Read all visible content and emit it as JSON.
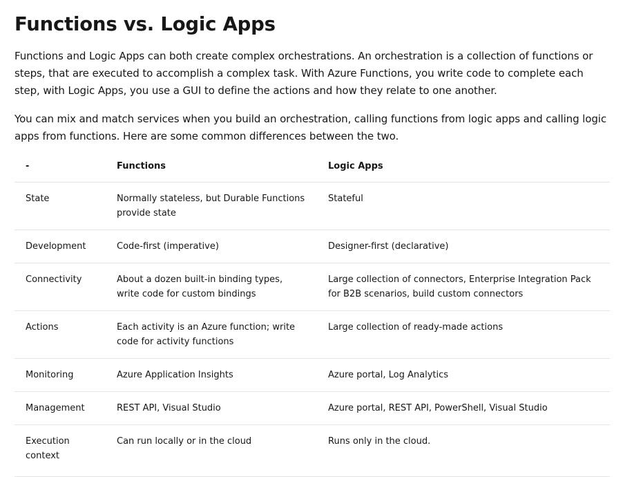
{
  "heading": "Functions vs. Logic Apps",
  "paragraphs": [
    "Functions and Logic Apps can both create complex orchestrations. An orchestration is a collection of functions or steps, that are executed to accomplish a complex task. With Azure Functions, you write code to complete each step, with Logic Apps, you use a GUI to define the actions and how they relate to one another.",
    "You can mix and match services when you build an orchestration, calling functions from logic apps and calling logic apps from functions. Here are some common differences between the two."
  ],
  "table": {
    "headers": [
      "-",
      "Functions",
      "Logic Apps"
    ],
    "rows": [
      {
        "label": "State",
        "functions": "Normally stateless, but Durable Functions provide state",
        "logic_apps": "Stateful"
      },
      {
        "label": "Development",
        "functions": "Code-first (imperative)",
        "logic_apps": "Designer-first (declarative)"
      },
      {
        "label": "Connectivity",
        "functions": "About a dozen built-in binding types, write code for custom bindings",
        "logic_apps": "Large collection of connectors, Enterprise Integration Pack for B2B scenarios, build custom connectors"
      },
      {
        "label": "Actions",
        "functions": "Each activity is an Azure function; write code for activity functions",
        "logic_apps": "Large collection of ready-made actions"
      },
      {
        "label": "Monitoring",
        "functions": "Azure Application Insights",
        "logic_apps": "Azure portal, Log Analytics"
      },
      {
        "label": "Management",
        "functions": "REST API, Visual Studio",
        "logic_apps": "Azure portal, REST API, PowerShell, Visual Studio"
      },
      {
        "label": "Execution context",
        "functions": "Can run locally or in the cloud",
        "logic_apps": "Runs only in the cloud."
      }
    ]
  }
}
